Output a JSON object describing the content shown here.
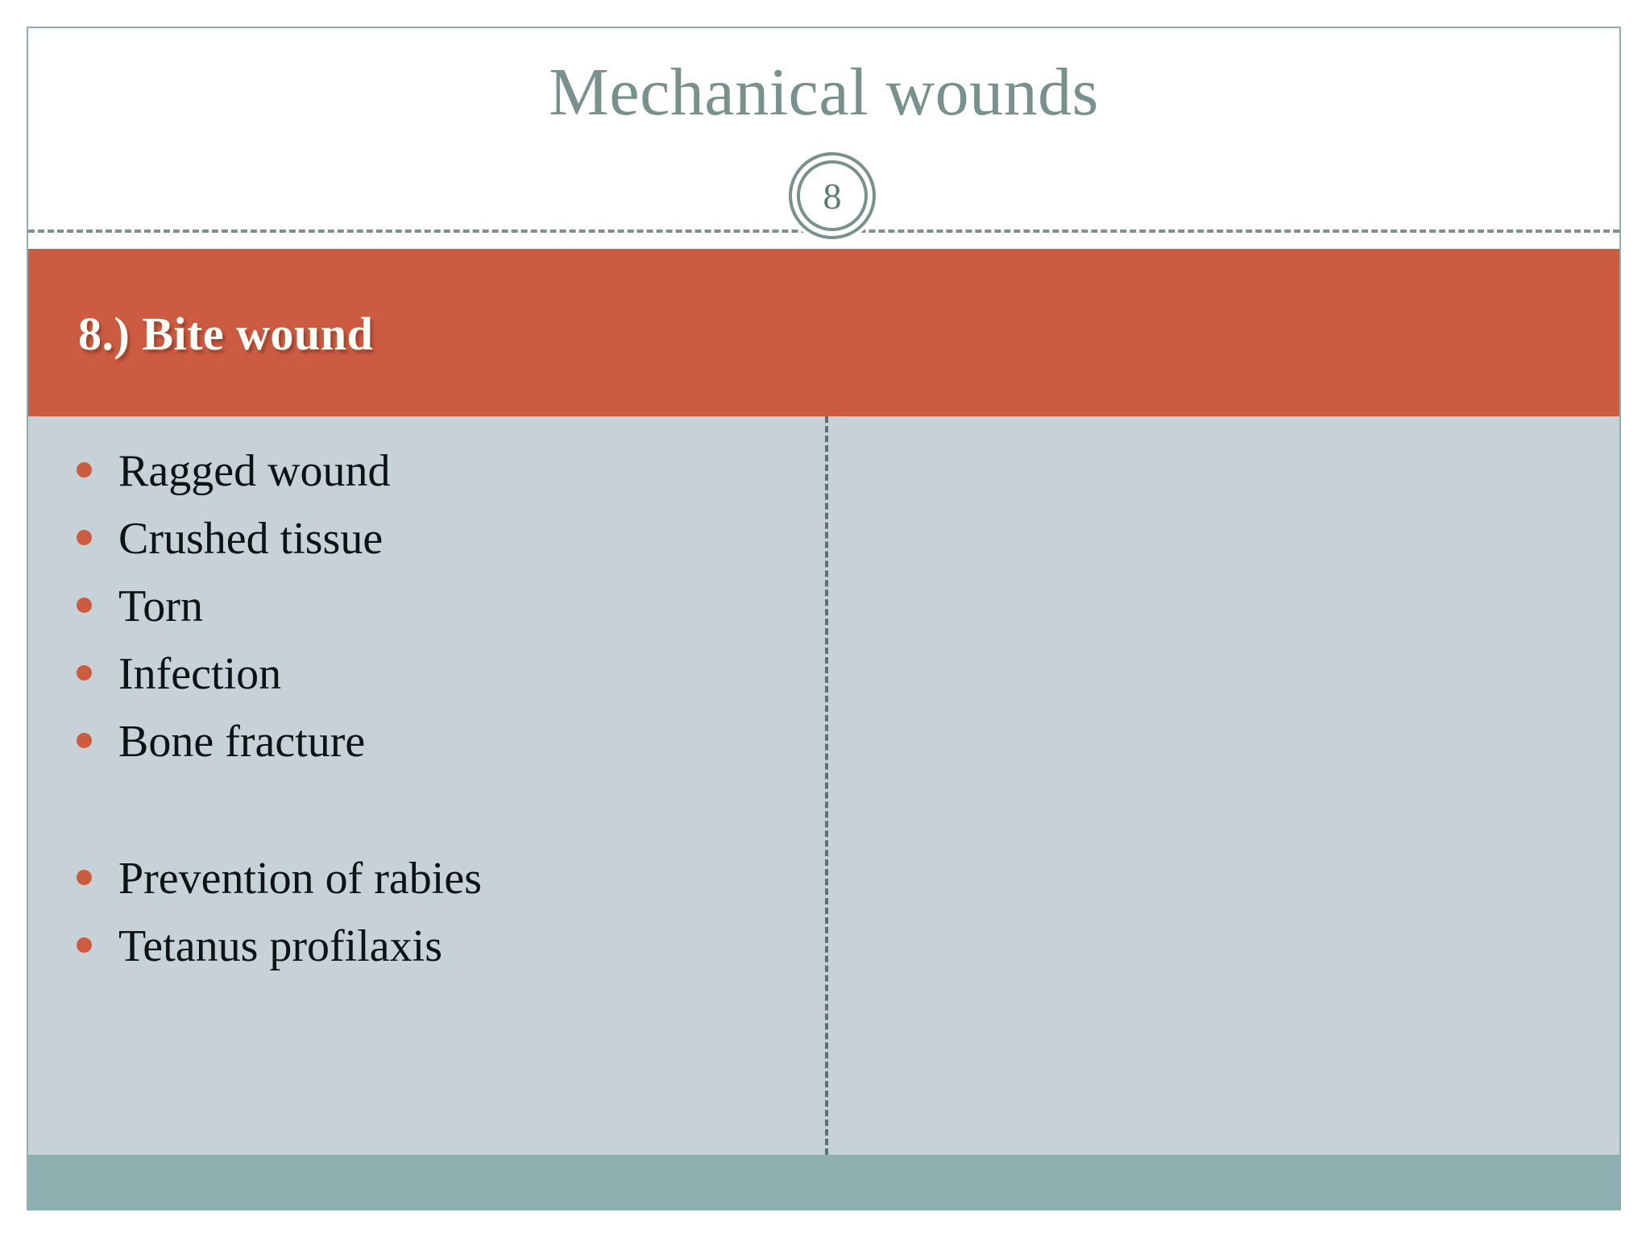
{
  "slide": {
    "title": "Mechanical wounds",
    "page_number": "8",
    "section_heading": "8.) Bite wound",
    "bullets_group_1": [
      "Ragged wound",
      "Crushed tissue",
      "Torn",
      "Infection",
      "Bone fracture"
    ],
    "bullets_group_2": [
      "Prevention of rabies",
      "Tetanus profilaxis"
    ],
    "colors": {
      "title_text": "#78918C",
      "heading_band": "#CB5B41",
      "heading_text": "#FFFDF8",
      "body_panel": "#C6D1D8",
      "bullet_dot": "#CC5C40",
      "bullet_text": "#0d1214",
      "footer_band": "#8DAFAF",
      "slide_border": "#8DAFAF",
      "divider": "#5e6f78"
    }
  }
}
